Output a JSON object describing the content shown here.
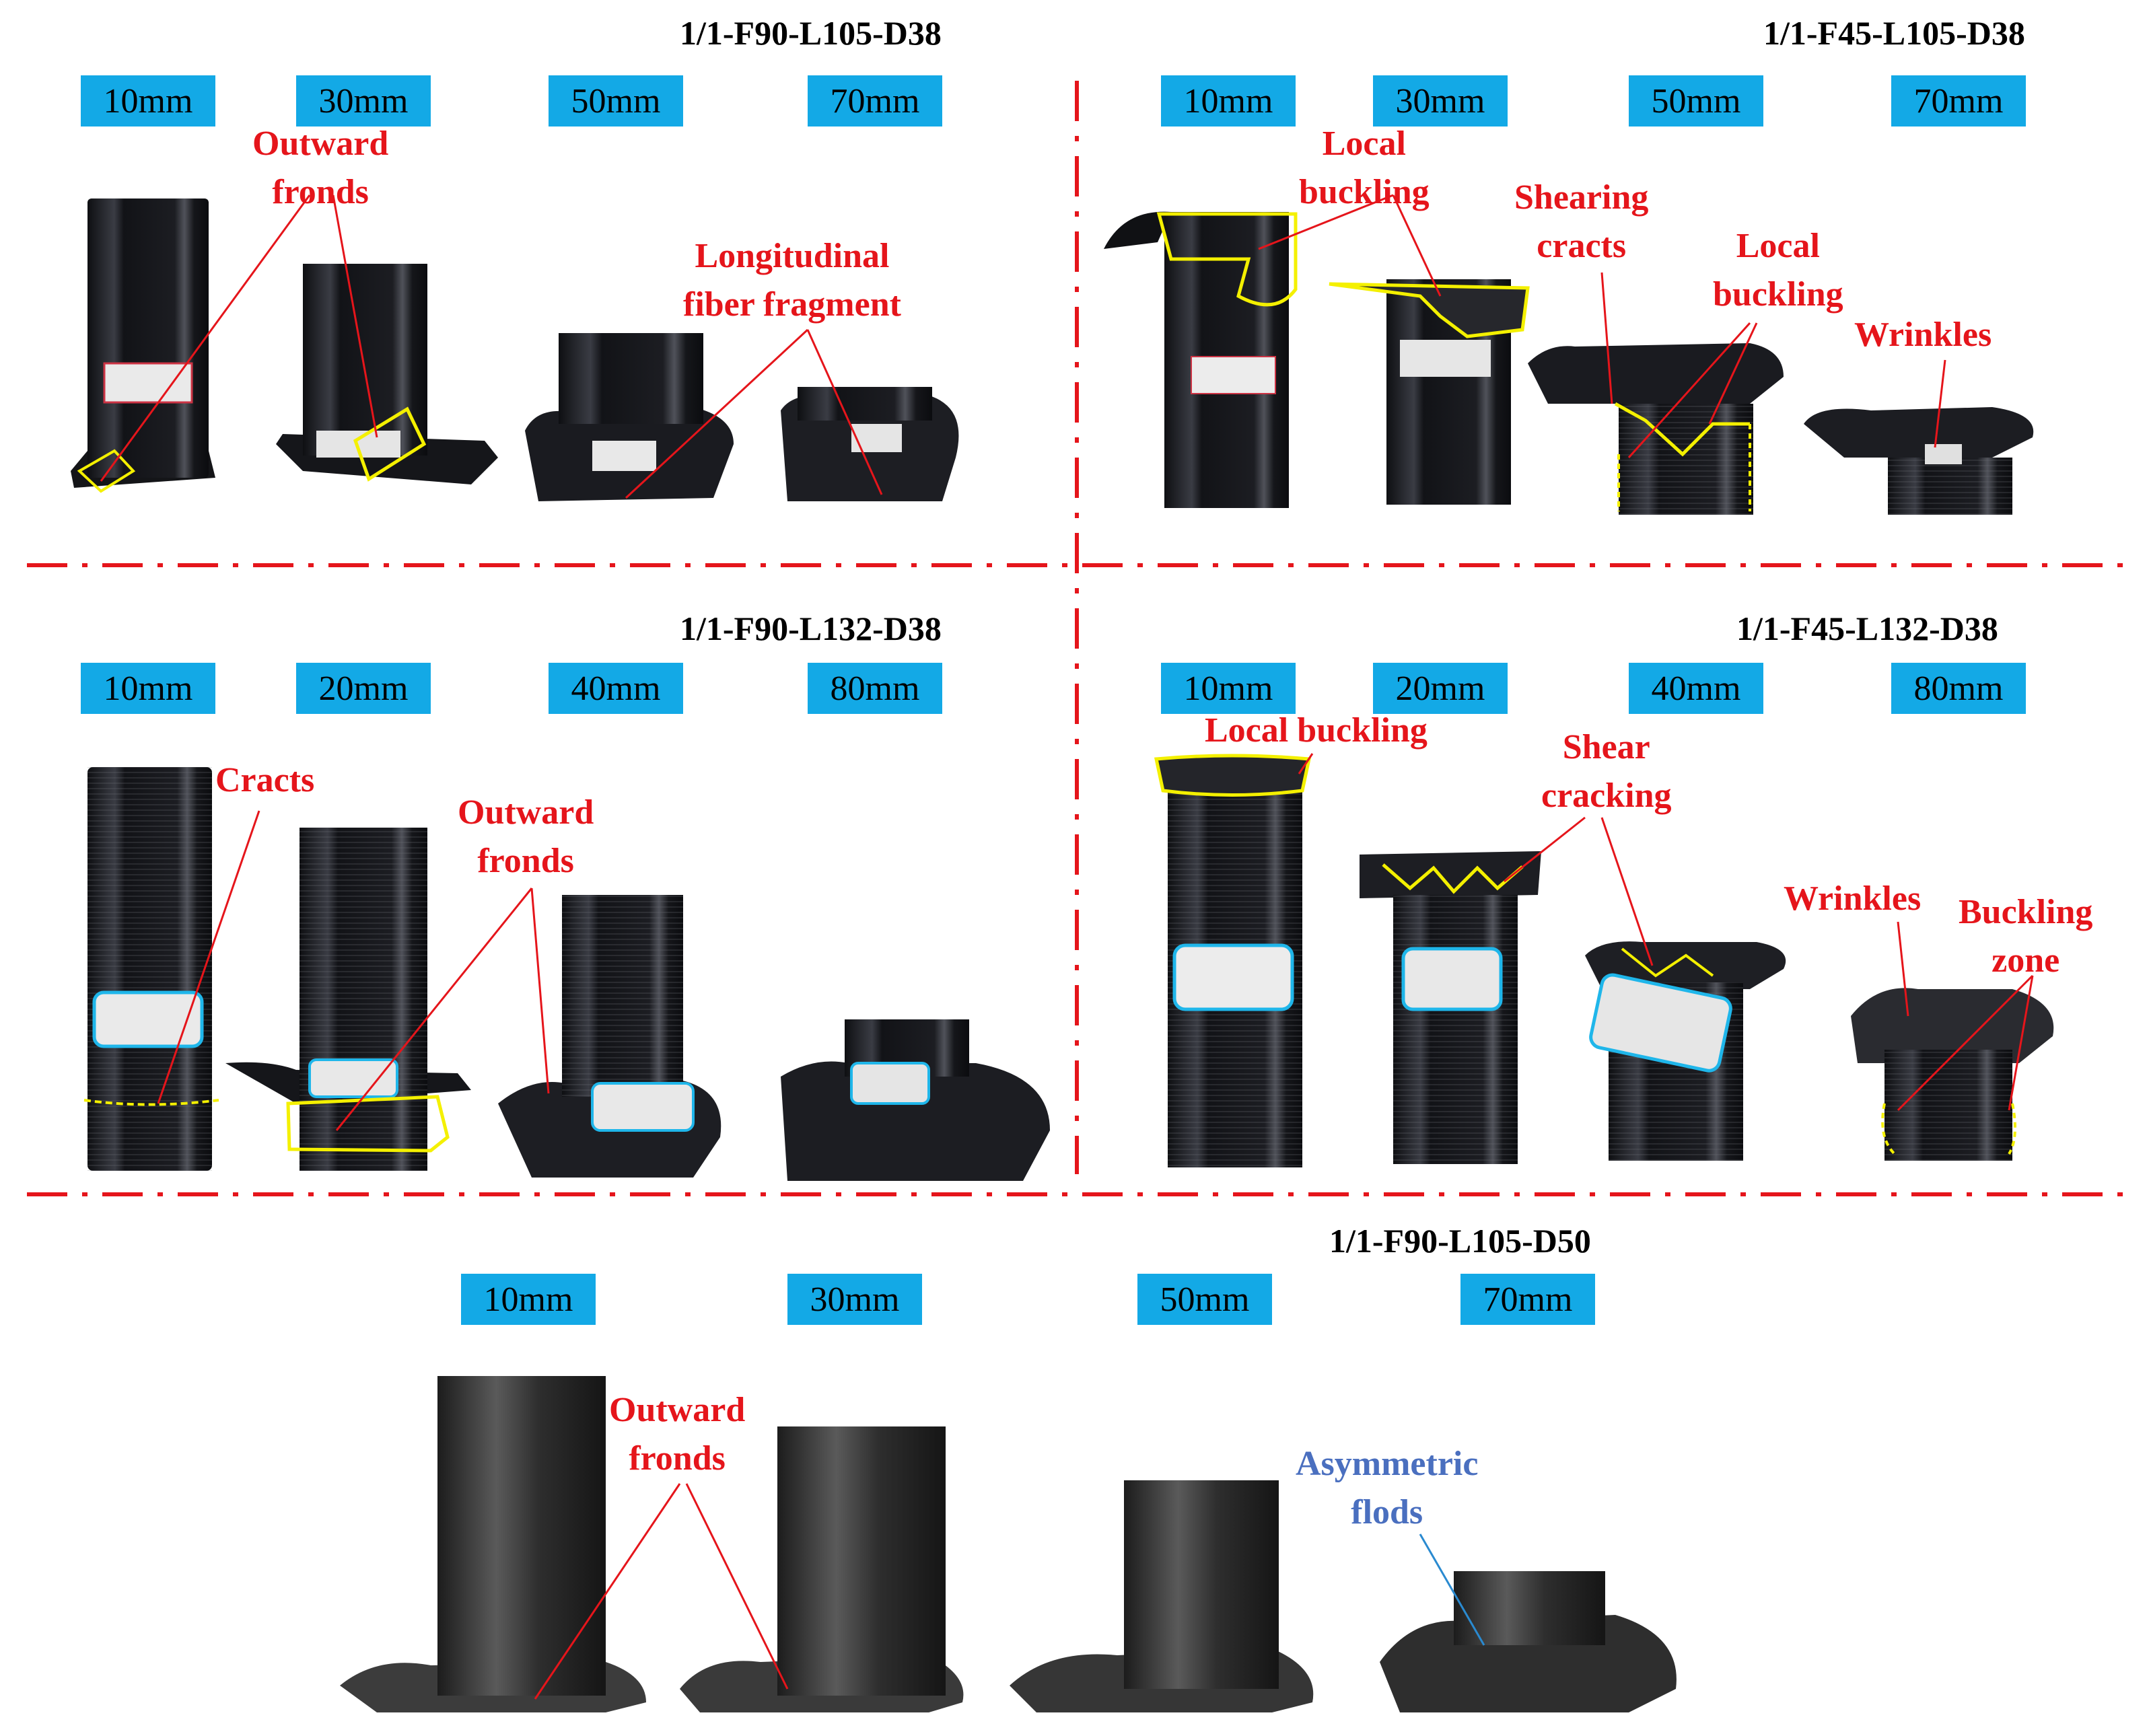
{
  "colors": {
    "tag_bg": "#13a9e6",
    "label_red": "#e5151b",
    "label_blue": "#4a6fbf",
    "divider": "#e5151b",
    "outline": "#f4f000",
    "specimen": "#1a1b1f"
  },
  "panels": {
    "p1": {
      "title": "1/1-F90-L105-D38",
      "tags": [
        "10mm",
        "30mm",
        "50mm",
        "70mm"
      ],
      "labels": {
        "a": "Outward\nfronds",
        "b": "Longitudinal\nfiber fragment"
      }
    },
    "p2": {
      "title": "1/1-F45-L105-D38",
      "tags": [
        "10mm",
        "30mm",
        "50mm",
        "70mm"
      ],
      "labels": {
        "a": "Local\nbuckling",
        "b": "Shearing\ncracts",
        "c": "Local\nbuckling",
        "d": "Wrinkles"
      }
    },
    "p3": {
      "title": "1/1-F90-L132-D38",
      "tags": [
        "10mm",
        "20mm",
        "40mm",
        "80mm"
      ],
      "labels": {
        "a": "Cracts",
        "b": "Outward\nfronds"
      }
    },
    "p4": {
      "title": "1/1-F45-L132-D38",
      "tags": [
        "10mm",
        "20mm",
        "40mm",
        "80mm"
      ],
      "labels": {
        "a": "Local buckling",
        "b": "Shear\ncracking",
        "c": "Wrinkles",
        "d": "Buckling\nzone"
      }
    },
    "p5": {
      "title": "1/1-F90-L105-D50",
      "tags": [
        "10mm",
        "30mm",
        "50mm",
        "70mm"
      ],
      "labels": {
        "a": "Outward\nfronds",
        "b": "Asymmetric\nflods"
      }
    }
  }
}
